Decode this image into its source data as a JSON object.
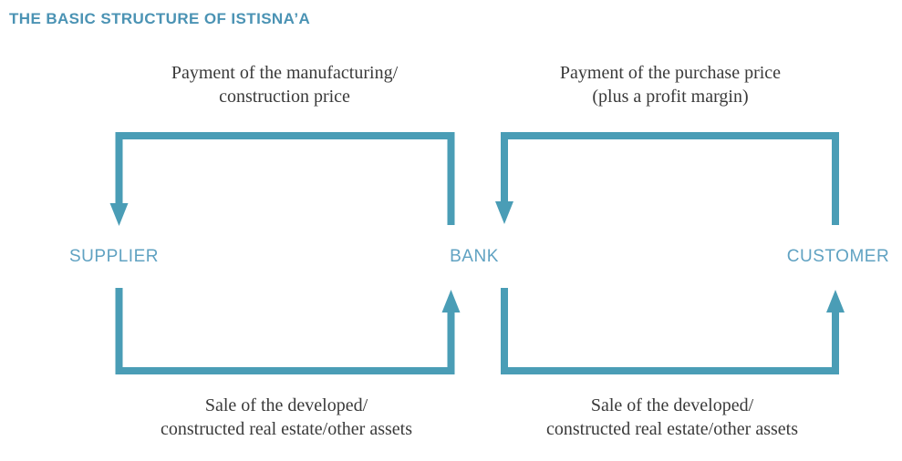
{
  "title": "THE BASIC STRUCTURE OF ISTISNA’A",
  "colors": {
    "accent_teal": "#4a9db6",
    "title_teal": "#4b93b4",
    "entity_teal": "#60a2c2",
    "label_text": "#3a3a3a"
  },
  "entities": {
    "supplier": "SUPPLIER",
    "bank": "BANK",
    "customer": "CUSTOMER"
  },
  "flows": {
    "payment_manufacturing": {
      "lines": [
        "Payment of the manufacturing/",
        "construction price"
      ],
      "from": "BANK",
      "to": "SUPPLIER"
    },
    "payment_purchase": {
      "lines": [
        "Payment of the purchase price",
        "(plus a profit margin)"
      ],
      "from": "CUSTOMER",
      "to": "BANK"
    },
    "sale_supplier_to_bank": {
      "lines": [
        "Sale of the developed/",
        "constructed real estate/other assets"
      ],
      "from": "SUPPLIER",
      "to": "BANK"
    },
    "sale_bank_to_customer": {
      "lines": [
        "Sale of the developed/",
        "constructed real estate/other assets"
      ],
      "from": "BANK",
      "to": "CUSTOMER"
    }
  }
}
